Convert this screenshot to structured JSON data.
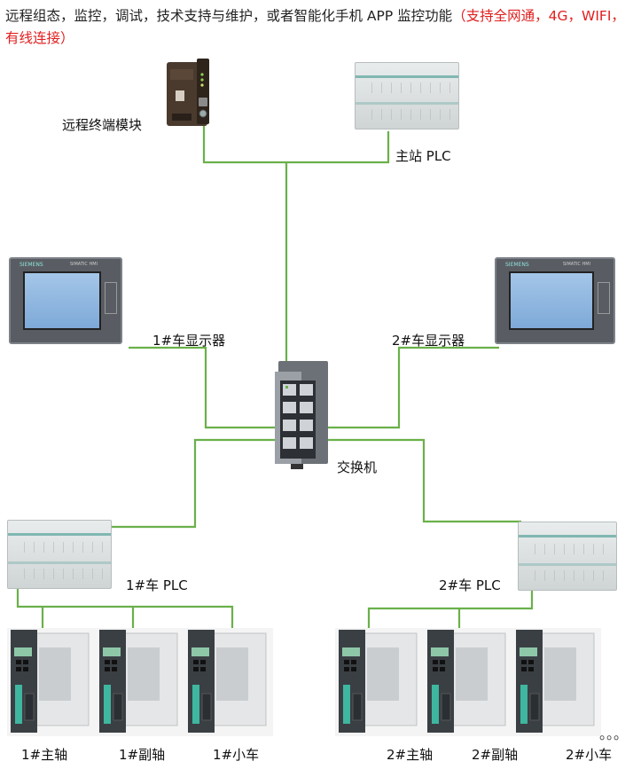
{
  "header": {
    "text_black": "远程组态，监控，调试，技术支持与维护，或者智能化手机 APP 监控功能",
    "text_red": "（支持全网通，4G，WIFI，有线连接）"
  },
  "labels": {
    "remote_module": "远程终端模块",
    "master_plc": "主站 PLC",
    "hmi1": "1#车显示器",
    "hmi2": "2#车显示器",
    "switch": "交换机",
    "plc1": "1#车 PLC",
    "plc2": "2#车 PLC",
    "d1_main": "1#主轴",
    "d1_aux": "1#副轴",
    "d1_cart": "1#小车",
    "d2_main": "2#主轴",
    "d2_aux": "2#副轴",
    "d2_cart": "2#小车",
    "ellipsis": "。。。"
  },
  "colors": {
    "wire": "#6ab04a",
    "accent_red": "#e02020",
    "hmi_screen": "#8fb7e0"
  },
  "icons": [
    "remote-terminal-icon",
    "plc-icon",
    "hmi-icon",
    "ethernet-switch-icon",
    "servo-drive-icon"
  ]
}
